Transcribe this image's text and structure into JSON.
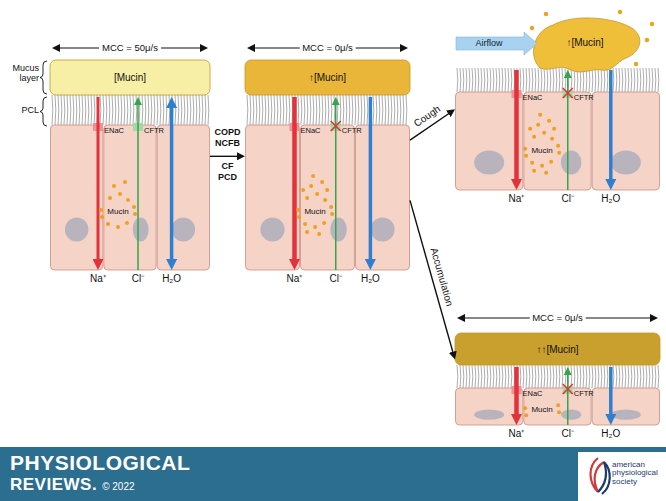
{
  "diagram": {
    "nodes": [
      {
        "text": [
          "MCC = 50μ/s",
          "[Mucin]"
        ]
      },
      {
        "text": [
          "MCC = 0μ/s",
          "↑[Mucin]"
        ]
      },
      {
        "text": [
          "↑[Mucin]"
        ]
      },
      {
        "text": [
          "MCC = 0μ/s",
          "↑↑[Mucin]"
        ]
      }
    ],
    "edges": [
      {
        "from": 0,
        "to": 1,
        "arrow": "to"
      },
      {
        "from": 1,
        "to": 2,
        "label": "Cough",
        "arrow": "to"
      },
      {
        "from": 1,
        "to": 3,
        "label": "Accumulation",
        "arrow": "to"
      }
    ],
    "labels": [
      "Mucus layer",
      "PCL",
      "ENaC",
      "CFTR",
      "Mucin",
      "Na⁺",
      "Cl⁻",
      "H₂O",
      "COPD",
      "NCFB",
      "CF",
      "PCD",
      "ENaC",
      "CFTR",
      "Mucin",
      "Na⁺",
      "Cl⁻",
      "H₂O",
      "Airflow",
      "ENaC",
      "CFTR",
      "Mucin",
      "Na⁺",
      "Cl⁻",
      "H₂O",
      "ENaC",
      "CFTR",
      "Mucin",
      "Na⁺",
      "Cl⁻",
      "H₂O",
      "PHYSIOLOGICAL",
      "REVIEWS.",
      "© 2022",
      "american physiological society"
    ]
  }
}
